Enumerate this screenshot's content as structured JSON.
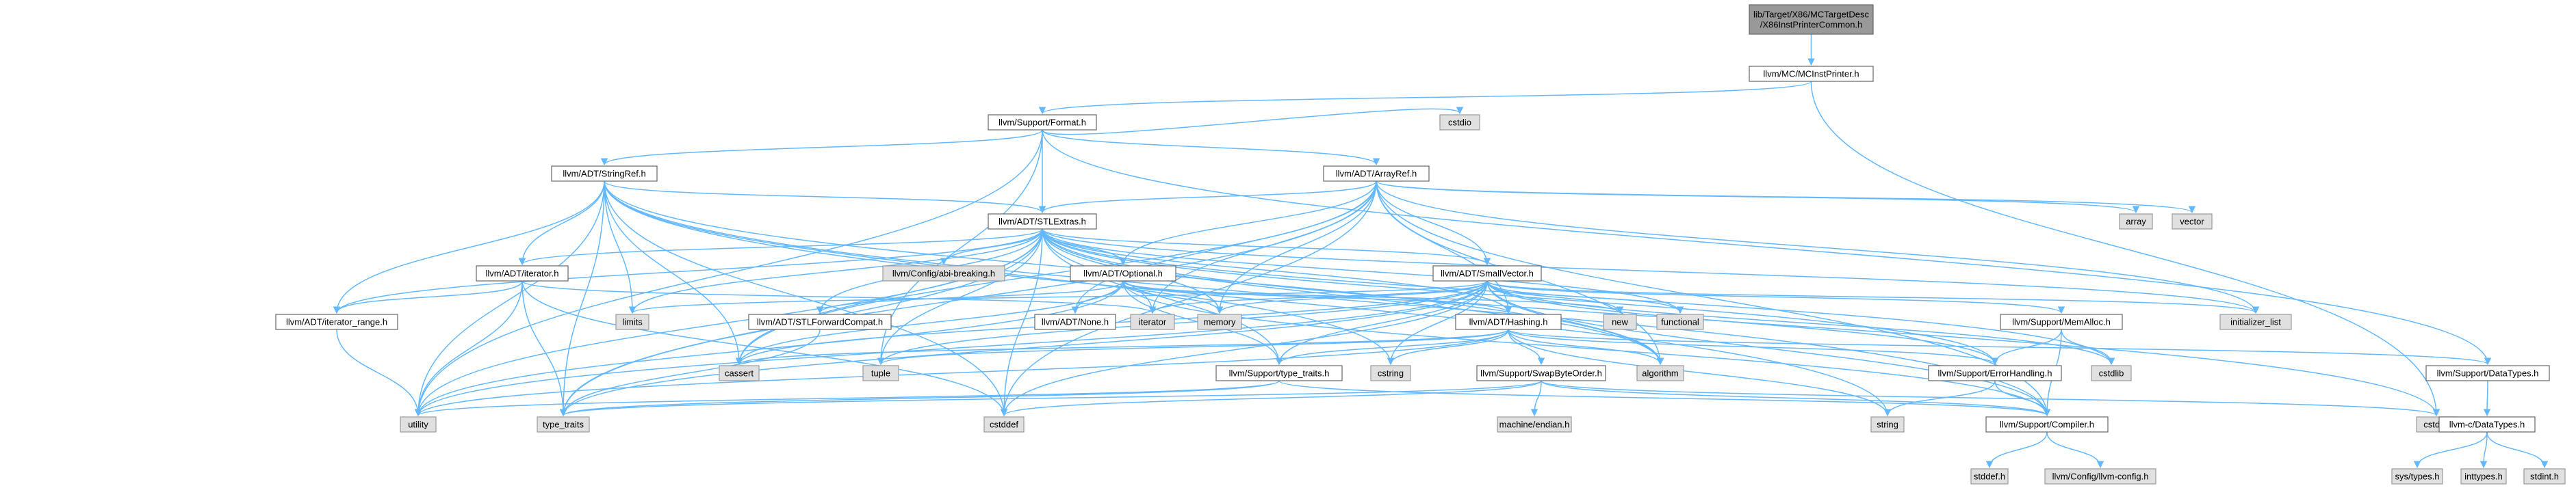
{
  "title": "",
  "colors": {
    "edge": "#63b8ff",
    "current_node_fill": "#999999",
    "node_border": "#666666",
    "system_node_fill": "#e0e0e0",
    "background": "#ffffff"
  },
  "nodes": [
    {
      "id": "root",
      "label": [
        "lib/Target/X86/MCTargetDesc",
        "/X86InstPrinterCommon.h"
      ],
      "kind": "current"
    },
    {
      "id": "mcinst",
      "label": [
        "llvm/MC/MCInstPrinter.h"
      ],
      "kind": "normal"
    },
    {
      "id": "format",
      "label": [
        "llvm/Support/Format.h"
      ],
      "kind": "normal"
    },
    {
      "id": "cstdio",
      "label": [
        "cstdio"
      ],
      "kind": "system"
    },
    {
      "id": "stringref",
      "label": [
        "llvm/ADT/StringRef.h"
      ],
      "kind": "normal"
    },
    {
      "id": "arrayref",
      "label": [
        "llvm/ADT/ArrayRef.h"
      ],
      "kind": "normal"
    },
    {
      "id": "stlextras",
      "label": [
        "llvm/ADT/STLExtras.h"
      ],
      "kind": "normal"
    },
    {
      "id": "array",
      "label": [
        "array"
      ],
      "kind": "system"
    },
    {
      "id": "vector",
      "label": [
        "vector"
      ],
      "kind": "system"
    },
    {
      "id": "abibreaking",
      "label": [
        "llvm/Config/abi-breaking.h"
      ],
      "kind": "system"
    },
    {
      "id": "iteratorh",
      "label": [
        "llvm/ADT/iterator.h"
      ],
      "kind": "normal"
    },
    {
      "id": "optional",
      "label": [
        "llvm/ADT/Optional.h"
      ],
      "kind": "normal"
    },
    {
      "id": "smallvector",
      "label": [
        "llvm/ADT/SmallVector.h"
      ],
      "kind": "normal"
    },
    {
      "id": "iterrange",
      "label": [
        "llvm/ADT/iterator_range.h"
      ],
      "kind": "normal"
    },
    {
      "id": "limits",
      "label": [
        "limits"
      ],
      "kind": "system"
    },
    {
      "id": "stlfwd",
      "label": [
        "llvm/ADT/STLForwardCompat.h"
      ],
      "kind": "normal"
    },
    {
      "id": "none",
      "label": [
        "llvm/ADT/None.h"
      ],
      "kind": "normal"
    },
    {
      "id": "iterator",
      "label": [
        "iterator"
      ],
      "kind": "system"
    },
    {
      "id": "memory",
      "label": [
        "memory"
      ],
      "kind": "system"
    },
    {
      "id": "hashing",
      "label": [
        "llvm/ADT/Hashing.h"
      ],
      "kind": "normal"
    },
    {
      "id": "newh",
      "label": [
        "new"
      ],
      "kind": "system"
    },
    {
      "id": "functional",
      "label": [
        "functional"
      ],
      "kind": "system"
    },
    {
      "id": "memalloc",
      "label": [
        "llvm/Support/MemAlloc.h"
      ],
      "kind": "normal"
    },
    {
      "id": "initlist",
      "label": [
        "initializer_list"
      ],
      "kind": "system"
    },
    {
      "id": "datatypes",
      "label": [
        "llvm/Support/DataTypes.h"
      ],
      "kind": "normal"
    },
    {
      "id": "cassert",
      "label": [
        "cassert"
      ],
      "kind": "system"
    },
    {
      "id": "tuple",
      "label": [
        "tuple"
      ],
      "kind": "system"
    },
    {
      "id": "typetraitsh",
      "label": [
        "llvm/Support/type_traits.h"
      ],
      "kind": "normal"
    },
    {
      "id": "cstring",
      "label": [
        "cstring"
      ],
      "kind": "system"
    },
    {
      "id": "swapbyte",
      "label": [
        "llvm/Support/SwapByteOrder.h"
      ],
      "kind": "normal"
    },
    {
      "id": "algorithm",
      "label": [
        "algorithm"
      ],
      "kind": "system"
    },
    {
      "id": "errorhandling",
      "label": [
        "llvm/Support/ErrorHandling.h"
      ],
      "kind": "normal"
    },
    {
      "id": "cstdlib",
      "label": [
        "cstdlib"
      ],
      "kind": "system"
    },
    {
      "id": "utility",
      "label": [
        "utility"
      ],
      "kind": "system"
    },
    {
      "id": "typetraits",
      "label": [
        "type_traits"
      ],
      "kind": "system"
    },
    {
      "id": "cstddef",
      "label": [
        "cstddef"
      ],
      "kind": "system"
    },
    {
      "id": "machendian",
      "label": [
        "machine/endian.h"
      ],
      "kind": "system"
    },
    {
      "id": "string",
      "label": [
        "string"
      ],
      "kind": "system"
    },
    {
      "id": "compiler",
      "label": [
        "llvm/Support/Compiler.h"
      ],
      "kind": "normal"
    },
    {
      "id": "cstdint",
      "label": [
        "cstdint"
      ],
      "kind": "system"
    },
    {
      "id": "cdatatypes",
      "label": [
        "llvm-c/DataTypes.h"
      ],
      "kind": "normal"
    },
    {
      "id": "stddef",
      "label": [
        "stddef.h"
      ],
      "kind": "system"
    },
    {
      "id": "llvmconfig",
      "label": [
        "llvm/Config/llvm-config.h"
      ],
      "kind": "system"
    },
    {
      "id": "systypes",
      "label": [
        "sys/types.h"
      ],
      "kind": "system"
    },
    {
      "id": "inttypes",
      "label": [
        "inttypes.h"
      ],
      "kind": "system"
    },
    {
      "id": "stdint",
      "label": [
        "stdint.h"
      ],
      "kind": "system"
    }
  ],
  "edges": [
    [
      "root",
      "mcinst"
    ],
    [
      "mcinst",
      "format"
    ],
    [
      "mcinst",
      "cstdint"
    ],
    [
      "format",
      "cstdio"
    ],
    [
      "format",
      "stringref"
    ],
    [
      "format",
      "arrayref"
    ],
    [
      "format",
      "stlextras"
    ],
    [
      "format",
      "datatypes"
    ],
    [
      "format",
      "tuple"
    ],
    [
      "format",
      "utility"
    ],
    [
      "stringref",
      "stlextras"
    ],
    [
      "stringref",
      "iterrange"
    ],
    [
      "stringref",
      "compiler"
    ],
    [
      "stringref",
      "algorithm"
    ],
    [
      "stringref",
      "cassert"
    ],
    [
      "stringref",
      "cstddef"
    ],
    [
      "stringref",
      "cstring"
    ],
    [
      "stringref",
      "limits"
    ],
    [
      "stringref",
      "string"
    ],
    [
      "stringref",
      "typetraits"
    ],
    [
      "stringref",
      "utility"
    ],
    [
      "stringref",
      "iteratorh"
    ],
    [
      "arrayref",
      "hashing"
    ],
    [
      "arrayref",
      "none"
    ],
    [
      "arrayref",
      "smallvector"
    ],
    [
      "arrayref",
      "stlextras"
    ],
    [
      "arrayref",
      "compiler"
    ],
    [
      "arrayref",
      "algorithm"
    ],
    [
      "arrayref",
      "array"
    ],
    [
      "arrayref",
      "cassert"
    ],
    [
      "arrayref",
      "cstddef"
    ],
    [
      "arrayref",
      "initlist"
    ],
    [
      "arrayref",
      "iterator"
    ],
    [
      "arrayref",
      "memory"
    ],
    [
      "arrayref",
      "typetraits"
    ],
    [
      "arrayref",
      "vector"
    ],
    [
      "arrayref",
      "optional"
    ],
    [
      "stlextras",
      "abibreaking"
    ],
    [
      "stlextras",
      "iteratorh"
    ],
    [
      "stlextras",
      "iterrange"
    ],
    [
      "stlextras",
      "optional"
    ],
    [
      "stlextras",
      "stlfwd"
    ],
    [
      "stlextras",
      "typetraitsh"
    ],
    [
      "stlextras",
      "errorhandling"
    ],
    [
      "stlextras",
      "algorithm"
    ],
    [
      "stlextras",
      "cassert"
    ],
    [
      "stlextras",
      "cstddef"
    ],
    [
      "stlextras",
      "cstdint"
    ],
    [
      "stlextras",
      "cstdlib"
    ],
    [
      "stlextras",
      "functional"
    ],
    [
      "stlextras",
      "initlist"
    ],
    [
      "stlextras",
      "iterator"
    ],
    [
      "stlextras",
      "limits"
    ],
    [
      "stlextras",
      "memory"
    ],
    [
      "stlextras",
      "tuple"
    ],
    [
      "stlextras",
      "typetraits"
    ],
    [
      "stlextras",
      "utility"
    ],
    [
      "stlextras",
      "hashing"
    ],
    [
      "stlextras",
      "smallvector"
    ],
    [
      "iteratorh",
      "iterrange"
    ],
    [
      "iteratorh",
      "cstddef"
    ],
    [
      "iteratorh",
      "iterator"
    ],
    [
      "iteratorh",
      "typetraits"
    ],
    [
      "iteratorh",
      "utility"
    ],
    [
      "iterrange",
      "utility"
    ],
    [
      "stlfwd",
      "typetraits"
    ],
    [
      "optional",
      "hashing"
    ],
    [
      "optional",
      "none"
    ],
    [
      "optional",
      "stlfwd"
    ],
    [
      "optional",
      "compiler"
    ],
    [
      "optional",
      "typetraitsh"
    ],
    [
      "optional",
      "cassert"
    ],
    [
      "optional",
      "memory"
    ],
    [
      "optional",
      "newh"
    ],
    [
      "optional",
      "utility"
    ],
    [
      "smallvector",
      "compiler"
    ],
    [
      "smallvector",
      "errorhandling"
    ],
    [
      "smallvector",
      "memalloc"
    ],
    [
      "smallvector",
      "typetraitsh"
    ],
    [
      "smallvector",
      "algorithm"
    ],
    [
      "smallvector",
      "cassert"
    ],
    [
      "smallvector",
      "cstddef"
    ],
    [
      "smallvector",
      "cstdlib"
    ],
    [
      "smallvector",
      "cstring"
    ],
    [
      "smallvector",
      "functional"
    ],
    [
      "smallvector",
      "initlist"
    ],
    [
      "smallvector",
      "iterator"
    ],
    [
      "smallvector",
      "limits"
    ],
    [
      "smallvector",
      "memory"
    ],
    [
      "smallvector",
      "newh"
    ],
    [
      "smallvector",
      "typetraits"
    ],
    [
      "smallvector",
      "utility"
    ],
    [
      "smallvector",
      "tuple"
    ],
    [
      "hashing",
      "errorhandling"
    ],
    [
      "hashing",
      "swapbyte"
    ],
    [
      "hashing",
      "typetraitsh"
    ],
    [
      "hashing",
      "algorithm"
    ],
    [
      "hashing",
      "cassert"
    ],
    [
      "hashing",
      "cstring"
    ],
    [
      "hashing",
      "string"
    ],
    [
      "hashing",
      "tuple"
    ],
    [
      "hashing",
      "utility"
    ],
    [
      "hashing",
      "datatypes"
    ],
    [
      "memalloc",
      "compiler"
    ],
    [
      "memalloc",
      "errorhandling"
    ],
    [
      "memalloc",
      "cstdlib"
    ],
    [
      "errorhandling",
      "compiler"
    ],
    [
      "errorhandling",
      "string"
    ],
    [
      "typetraitsh",
      "compiler"
    ],
    [
      "typetraitsh",
      "typetraits"
    ],
    [
      "typetraitsh",
      "utility"
    ],
    [
      "swapbyte",
      "compiler"
    ],
    [
      "swapbyte",
      "cstddef"
    ],
    [
      "swapbyte",
      "cstdint"
    ],
    [
      "swapbyte",
      "typetraits"
    ],
    [
      "swapbyte",
      "machendian"
    ],
    [
      "compiler",
      "llvmconfig"
    ],
    [
      "compiler",
      "stddef"
    ],
    [
      "datatypes",
      "cdatatypes"
    ],
    [
      "cdatatypes",
      "inttypes"
    ],
    [
      "cdatatypes",
      "stdint"
    ],
    [
      "cdatatypes",
      "systypes"
    ]
  ]
}
